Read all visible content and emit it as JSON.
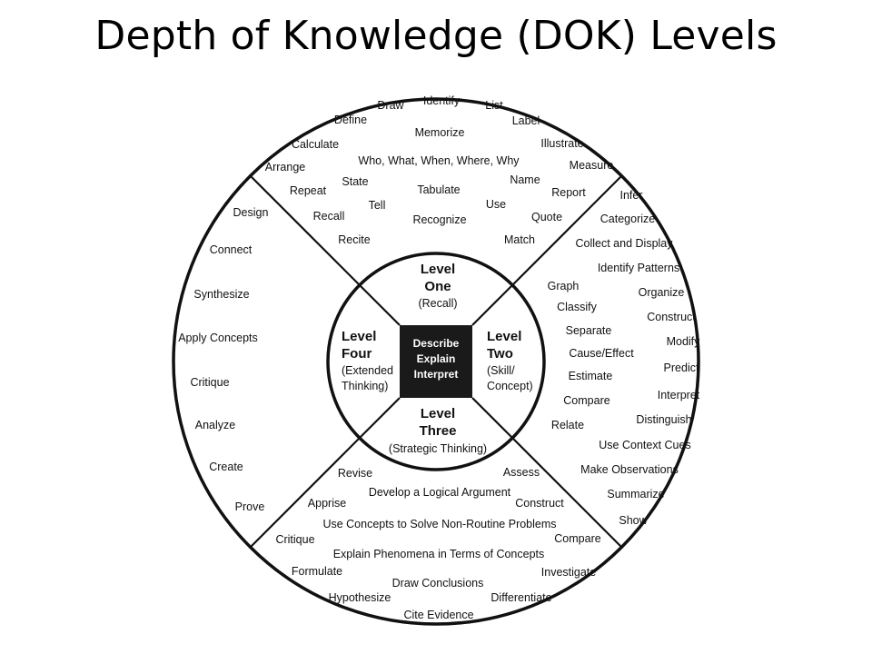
{
  "title": "Depth of Knowledge (DOK) Levels",
  "center": {
    "lines": [
      "Describe",
      "Explain",
      "Interpret"
    ]
  },
  "levels": {
    "one": {
      "name_lines": [
        "Level",
        "One"
      ],
      "sub_lines": [
        "(Recall)"
      ]
    },
    "two": {
      "name_lines": [
        "Level",
        "Two"
      ],
      "sub_lines": [
        "(Skill/",
        "Concept)"
      ]
    },
    "three": {
      "name_lines": [
        "Level",
        "Three"
      ],
      "sub_lines": [
        "(Strategic Thinking)"
      ]
    },
    "four": {
      "name_lines": [
        "Level",
        "Four"
      ],
      "sub_lines": [
        "(Extended",
        "Thinking)"
      ]
    }
  },
  "words": {
    "one": [
      "Identify",
      "Draw",
      "List",
      "Define",
      "Memorize",
      "Label",
      "Calculate",
      "Illustrate",
      "Who, What, When, Where, Why",
      "Arrange",
      "Measure",
      "Name",
      "State",
      "Repeat",
      "Tabulate",
      "Report",
      "Tell",
      "Use",
      "Recall",
      "Quote",
      "Recognize",
      "Recite",
      "Match"
    ],
    "two": [
      "Infer",
      "Categorize",
      "Collect and Display",
      "Identify Patterns",
      "Graph",
      "Organize",
      "Classify",
      "Construct",
      "Separate",
      "Modify",
      "Cause/Effect",
      "Predict",
      "Estimate",
      "Interpret",
      "Compare",
      "Distinguish",
      "Relate",
      "Use Context Cues",
      "Make Observations",
      "Summarize",
      "Show"
    ],
    "three": [
      "Revise",
      "Assess",
      "Develop a Logical Argument",
      "Apprise",
      "Construct",
      "Use Concepts to Solve Non-Routine Problems",
      "Critique",
      "Compare",
      "Explain Phenomena in Terms of Concepts",
      "Formulate",
      "Investigate",
      "Draw Conclusions",
      "Hypothesize",
      "Differentiate",
      "Cite Evidence"
    ],
    "four": [
      "Design",
      "Connect",
      "Synthesize",
      "Apply Concepts",
      "Critique",
      "Analyze",
      "Create",
      "Prove"
    ]
  }
}
